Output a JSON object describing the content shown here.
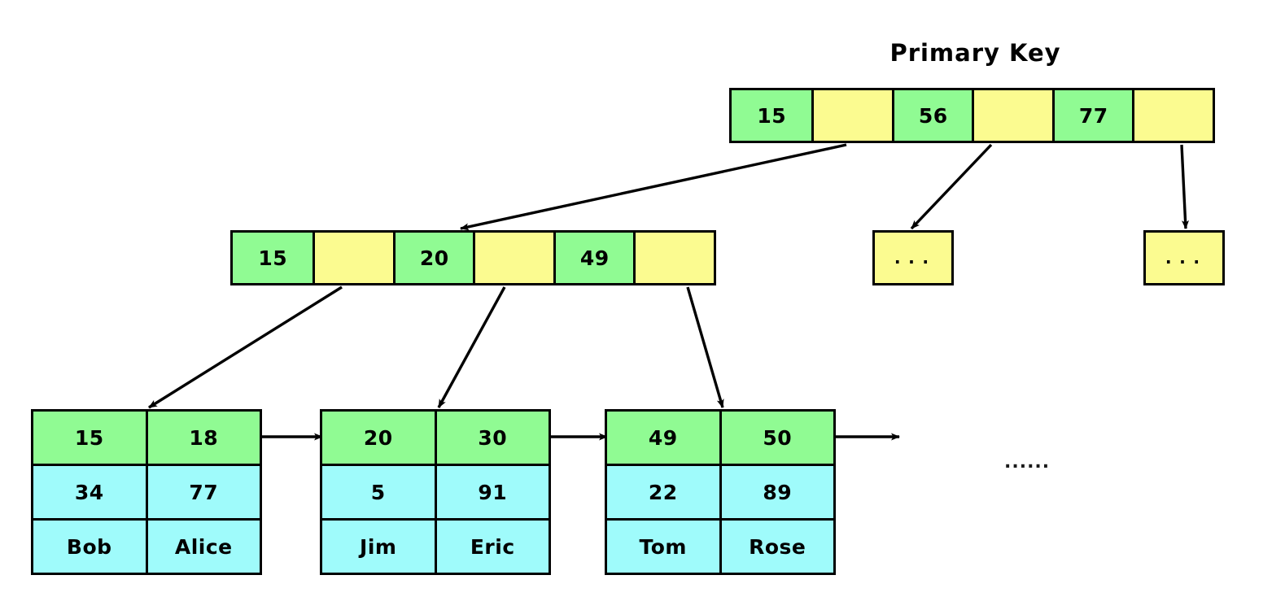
{
  "diagram": {
    "title": "Primary Key",
    "tail_ellipsis": "......",
    "colors": {
      "key_cell": "#90fb93",
      "pointer_cell": "#fbfb90",
      "data_cell": "#9ffbfb",
      "stroke": "#000000",
      "background": "#ffffff"
    }
  },
  "root_node": {
    "name": "root-index-node",
    "cells": [
      {
        "text": "15",
        "kind": "key"
      },
      {
        "text": "",
        "kind": "pointer"
      },
      {
        "text": "56",
        "kind": "key"
      },
      {
        "text": "",
        "kind": "pointer"
      },
      {
        "text": "77",
        "kind": "key"
      },
      {
        "text": "",
        "kind": "pointer"
      }
    ]
  },
  "internal_node": {
    "name": "internal-index-node",
    "cells": [
      {
        "text": "15",
        "kind": "key"
      },
      {
        "text": "",
        "kind": "pointer"
      },
      {
        "text": "20",
        "kind": "key"
      },
      {
        "text": "",
        "kind": "pointer"
      },
      {
        "text": "49",
        "kind": "key"
      },
      {
        "text": "",
        "kind": "pointer"
      }
    ]
  },
  "stub_nodes": [
    {
      "name": "stub-node-middle",
      "text": "..."
    },
    {
      "name": "stub-node-right",
      "text": "..."
    }
  ],
  "leaf_nodes": [
    {
      "name": "leaf-node-1",
      "keys": [
        "15",
        "18"
      ],
      "values": [
        "34",
        "77"
      ],
      "names": [
        "Bob",
        "Alice"
      ]
    },
    {
      "name": "leaf-node-2",
      "keys": [
        "20",
        "30"
      ],
      "values": [
        "5",
        "91"
      ],
      "names": [
        "Jim",
        "Eric"
      ]
    },
    {
      "name": "leaf-node-3",
      "keys": [
        "49",
        "50"
      ],
      "values": [
        "22",
        "89"
      ],
      "names": [
        "Tom",
        "Rose"
      ]
    }
  ]
}
